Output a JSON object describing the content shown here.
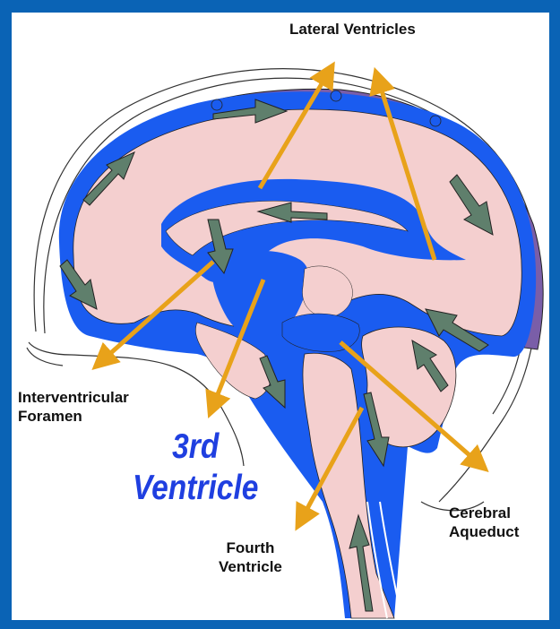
{
  "labels": {
    "lateral_ventricles": "Lateral Ventricles",
    "interventricular_foramen": "Interventricular\nForamen",
    "third_ventricle": "3rd\nVentricle",
    "fourth_ventricle": "Fourth\nVentricle",
    "cerebral_aqueduct": "Cerebral\nAqueduct"
  },
  "colors": {
    "background": "#0a63b5",
    "csf": "#1a5cf0",
    "brain": "#f4cfcf",
    "dura": "#7a5ea8",
    "pointer_arrow": "#e8a21a",
    "flow_arrow": "#5f7f6c"
  }
}
